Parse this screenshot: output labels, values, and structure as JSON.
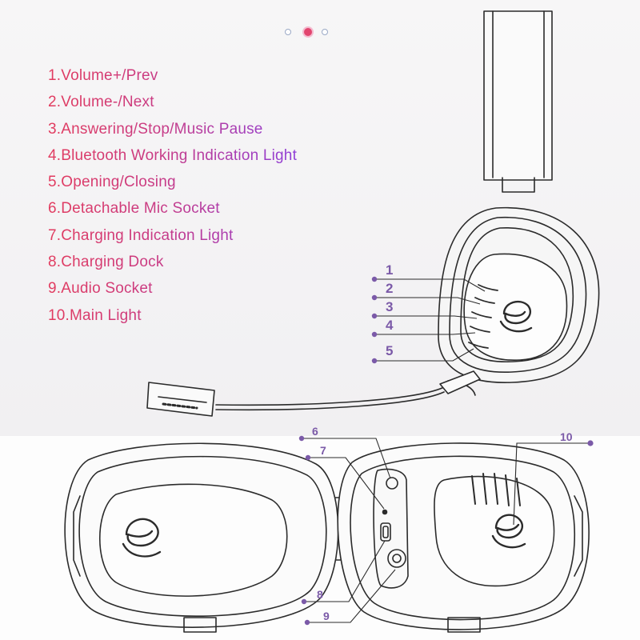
{
  "carousel": {
    "count": 3,
    "active_index": 1
  },
  "legend": [
    "1.Volume+/Prev",
    "2.Volume-/Next",
    "3.Answering/Stop/Music Pause",
    "4.Bluetooth Working Indication Light",
    "5.Opening/Closing",
    "6.Detachable Mic Socket",
    "7.Charging Indication Light",
    "8.Charging Dock",
    "9.Audio Socket",
    "10.Main Light"
  ],
  "callouts": {
    "c1": "1",
    "c2": "2",
    "c3": "3",
    "c4": "4",
    "c5": "5",
    "c6": "6",
    "c7": "7",
    "c8": "8",
    "c9": "9",
    "c10": "10"
  },
  "colors": {
    "text_gradient_start": "#e23b5e",
    "text_gradient_end": "#8f3fd8",
    "callout": "#7b5aa8",
    "line_art": "#2b2b2b"
  }
}
